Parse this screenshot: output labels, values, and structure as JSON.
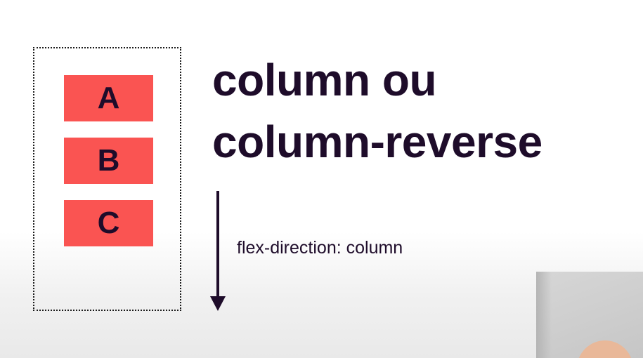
{
  "diagram": {
    "items": [
      "A",
      "B",
      "C"
    ],
    "title_lines": [
      "column ou",
      "column-reverse"
    ],
    "property_label": "flex-direction: column",
    "arrow_direction": "down",
    "colors": {
      "item_fill": "#fa5452",
      "text": "#1e0c2a",
      "container_border": "#1b1b1b"
    }
  }
}
